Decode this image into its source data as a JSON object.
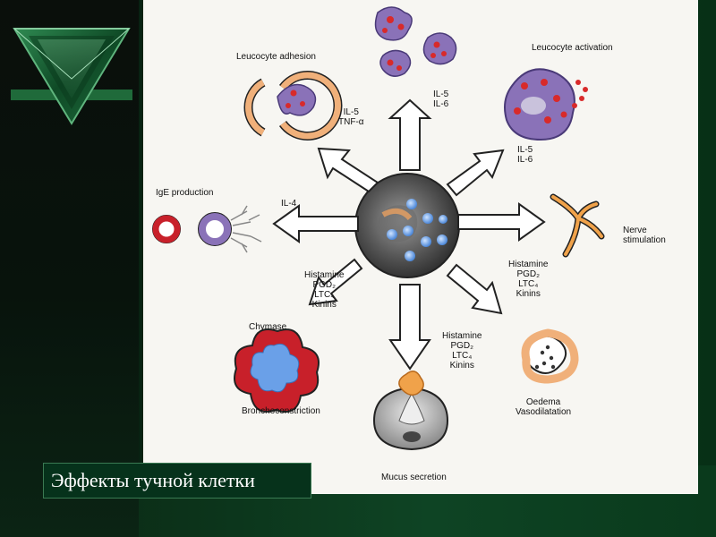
{
  "diagram": {
    "labels": {
      "leucocyte_adhesion": "Leucocyte adhesion",
      "leucocyte_activation": "Leucocyte activation",
      "il5_il6_top": "IL-5\nIL-6",
      "il5_tnf": "IL-5\nTNF-α",
      "il5_il6_right": "IL-5\nIL-6",
      "ige_production": "IgE production",
      "il4": "IL-4",
      "nerve_stimulation": "Nerve\nstimulation",
      "mediators_left": "Histamine\nPGD₂\nLTC₄\nKinins",
      "chymase": "Chymase",
      "mediators_right": "Histamine\nPGD₂\nLTC₄\nKinins",
      "mediators_bottom": "Histamine\nPGD₂\nLTC₄\nKinins",
      "bronchoconstriction": "Bronchoconstriction",
      "mucus_secretion": "Mucus secretion",
      "oedema": "Oedema\nVasodilatation"
    }
  },
  "caption": "Эффекты тучной клетки",
  "colors": {
    "background_green": "#0c3d20",
    "diagram_bg": "#f7f6f2",
    "caption_bg": "#06321b",
    "caption_text": "#ffffff",
    "ige_red": "#c8202a",
    "cell_purple": "#8a72b8",
    "orange": "#e89a50",
    "mast_cell": "#4a4a4a"
  }
}
